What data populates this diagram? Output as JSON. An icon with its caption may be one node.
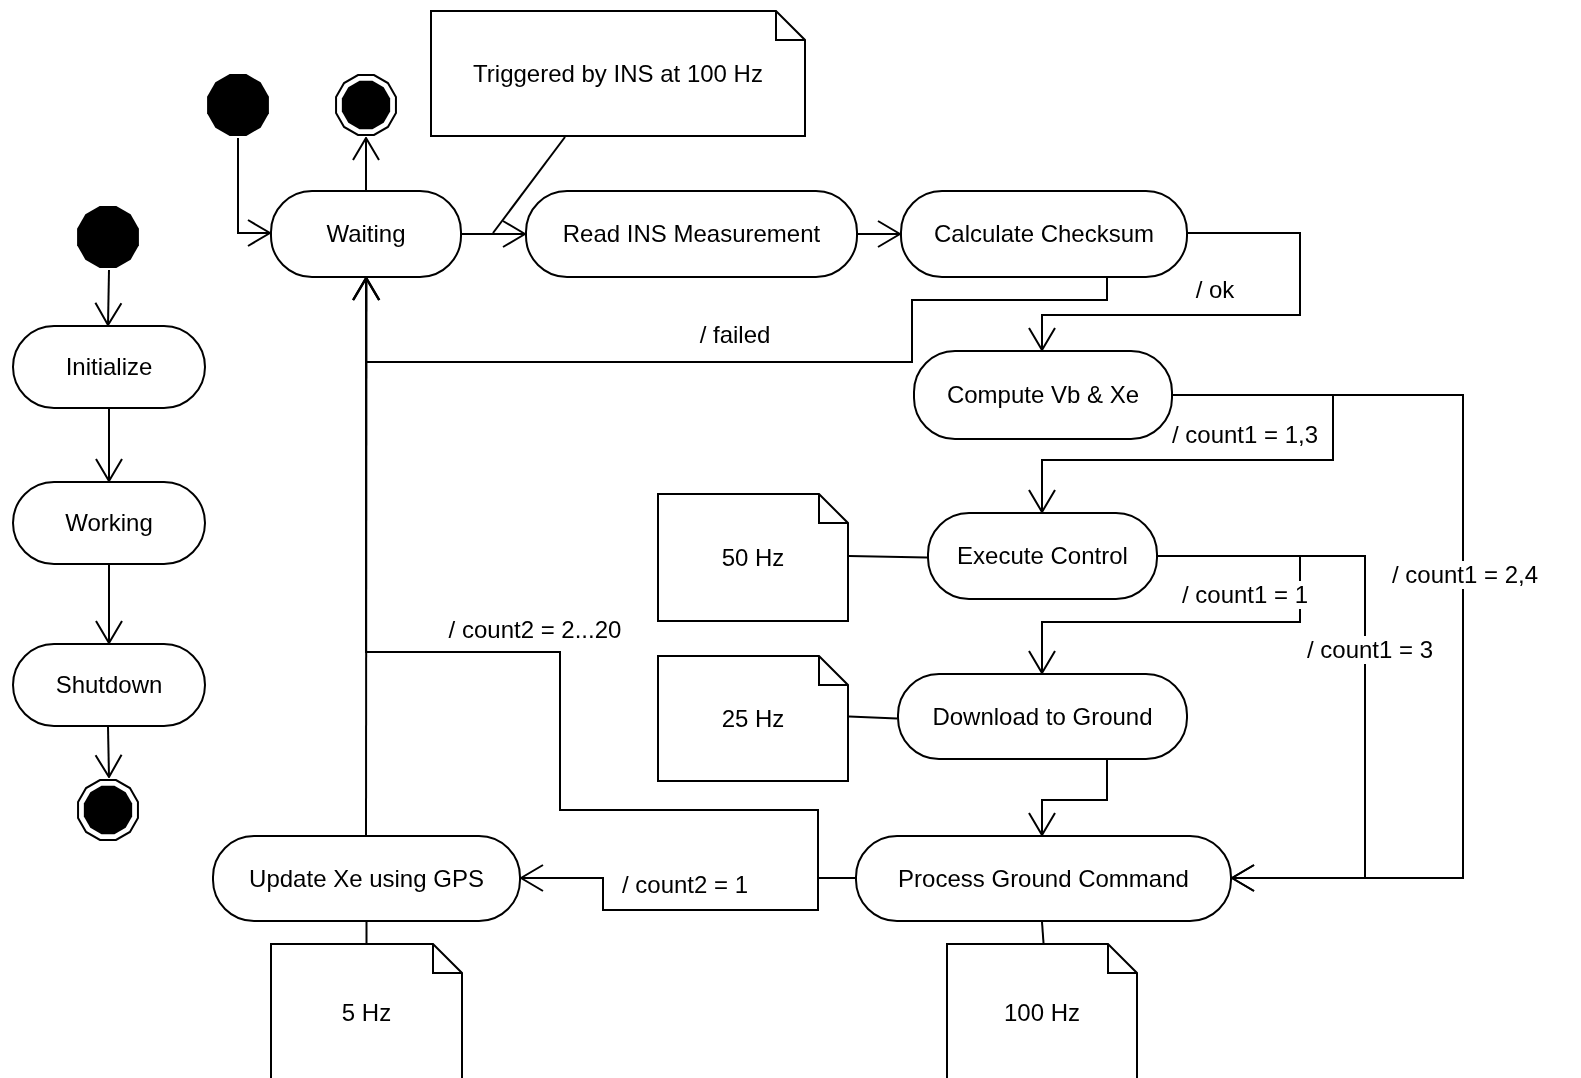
{
  "diagram": {
    "nodes": [
      {
        "text": [],
        "shape": "circle"
      },
      {
        "text": [
          "Initialize"
        ]
      },
      {
        "text": [
          "Working"
        ]
      },
      {
        "text": [
          "Shutdown"
        ]
      },
      {
        "text": [],
        "shape": "bullseye"
      },
      {
        "text": [],
        "shape": "circle"
      },
      {
        "text": [],
        "shape": "bullseye"
      },
      {
        "text": [
          "Triggered by INS at 100 Hz"
        ]
      },
      {
        "text": [
          "Waiting"
        ]
      },
      {
        "text": [
          "Read INS Measurement"
        ]
      },
      {
        "text": [
          "Calculate Checksum"
        ]
      },
      {
        "text": [
          "Compute Vb & Xe"
        ]
      },
      {
        "text": [
          "50 Hz"
        ]
      },
      {
        "text": [
          "Execute Control"
        ]
      },
      {
        "text": [
          "25 Hz"
        ]
      },
      {
        "text": [
          "Download to Ground"
        ]
      },
      {
        "text": [
          "Update Xe using GPS"
        ]
      },
      {
        "text": [
          "Process Ground Command"
        ]
      },
      {
        "text": [
          "5 Hz"
        ]
      },
      {
        "text": [
          "100 Hz"
        ]
      }
    ],
    "edges": [
      {
        "from": 0,
        "to": 1,
        "arrow": "to"
      },
      {
        "from": 1,
        "to": 2,
        "arrow": "to"
      },
      {
        "from": 2,
        "to": 3,
        "arrow": "to"
      },
      {
        "from": 3,
        "to": 4,
        "arrow": "to"
      },
      {
        "from": 5,
        "to": 8,
        "arrow": "to"
      },
      {
        "from": 8,
        "to": 6,
        "arrow": "to"
      },
      {
        "from": 7,
        "to": null,
        "arrow": "none"
      },
      {
        "from": 8,
        "to": 9,
        "arrow": "to"
      },
      {
        "from": 9,
        "to": 10,
        "arrow": "to"
      },
      {
        "from": 10,
        "to": 11,
        "arrow": "to",
        "label": "/ ok"
      },
      {
        "from": 10,
        "to": 8,
        "arrow": "to",
        "label": "/ failed"
      },
      {
        "from": 11,
        "to": 13,
        "arrow": "to",
        "label": "/ count1 = 1,3"
      },
      {
        "from": 11,
        "to": 17,
        "arrow": "to",
        "label": "/ count1 = 2,4"
      },
      {
        "from": 12,
        "to": 13,
        "arrow": "none"
      },
      {
        "from": 13,
        "to": 15,
        "arrow": "to",
        "label": "/ count1 = 1"
      },
      {
        "from": 13,
        "to": 17,
        "arrow": "to",
        "label": "/ count1 = 3"
      },
      {
        "from": 14,
        "to": 15,
        "arrow": "none"
      },
      {
        "from": 15,
        "to": 17,
        "arrow": "to"
      },
      {
        "from": 17,
        "to": 16,
        "arrow": "to",
        "label": "/ count2 = 1"
      },
      {
        "from": 17,
        "to": 8,
        "arrow": "to",
        "label": "/ count2 = 2...20"
      },
      {
        "from": 16,
        "to": 8,
        "arrow": "to"
      },
      {
        "from": 16,
        "to": 18,
        "arrow": "none"
      },
      {
        "from": 17,
        "to": 19,
        "arrow": "none"
      }
    ]
  }
}
